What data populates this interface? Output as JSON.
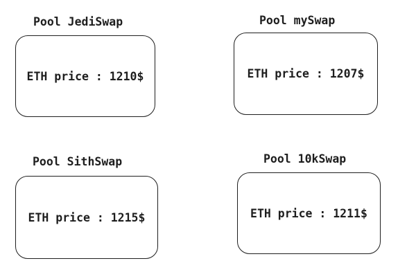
{
  "pools": [
    {
      "title": "Pool JediSwap",
      "price_text": "ETH price : 1210$"
    },
    {
      "title": "Pool mySwap",
      "price_text": "ETH price : 1207$"
    },
    {
      "title": "Pool SithSwap",
      "price_text": "ETH price : 1215$"
    },
    {
      "title": "Pool 10kSwap",
      "price_text": "ETH price : 1211$"
    }
  ]
}
